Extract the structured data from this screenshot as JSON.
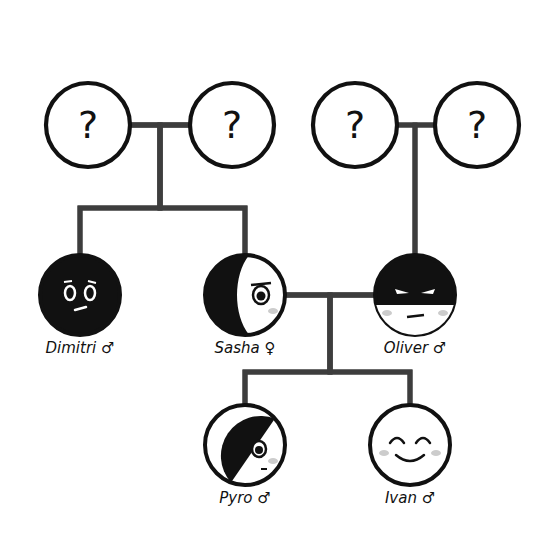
{
  "diagram": {
    "nodes": [
      {
        "text": [
          "?"
        ]
      },
      {
        "text": [
          "?"
        ]
      },
      {
        "text": [
          "?"
        ]
      },
      {
        "text": [
          "?"
        ]
      },
      {
        "text": [
          "Dimitri ♂"
        ]
      },
      {
        "text": [
          "Sasha ♀"
        ]
      },
      {
        "text": [
          "Oliver ♂"
        ]
      },
      {
        "text": [
          "Pyro ♂"
        ]
      },
      {
        "text": [
          "Ivan ♂"
        ]
      }
    ],
    "edges": [
      {
        "from": 0,
        "to": 1,
        "arrow": "none"
      },
      {
        "from": 2,
        "to": 3,
        "arrow": "none"
      },
      {
        "from": 5,
        "to": 6,
        "arrow": "none"
      },
      {
        "from": 0,
        "to": 4,
        "arrow": "none"
      },
      {
        "from": 1,
        "to": 4,
        "arrow": "none"
      },
      {
        "from": 0,
        "to": 5,
        "arrow": "none"
      },
      {
        "from": 1,
        "to": 5,
        "arrow": "none"
      },
      {
        "from": 2,
        "to": 6,
        "arrow": "none"
      },
      {
        "from": 3,
        "to": 6,
        "arrow": "none"
      },
      {
        "from": 5,
        "to": 7,
        "arrow": "none"
      },
      {
        "from": 6,
        "to": 7,
        "arrow": "none"
      },
      {
        "from": 5,
        "to": 8,
        "arrow": "none"
      },
      {
        "from": 6,
        "to": 8,
        "arrow": "none"
      }
    ]
  }
}
